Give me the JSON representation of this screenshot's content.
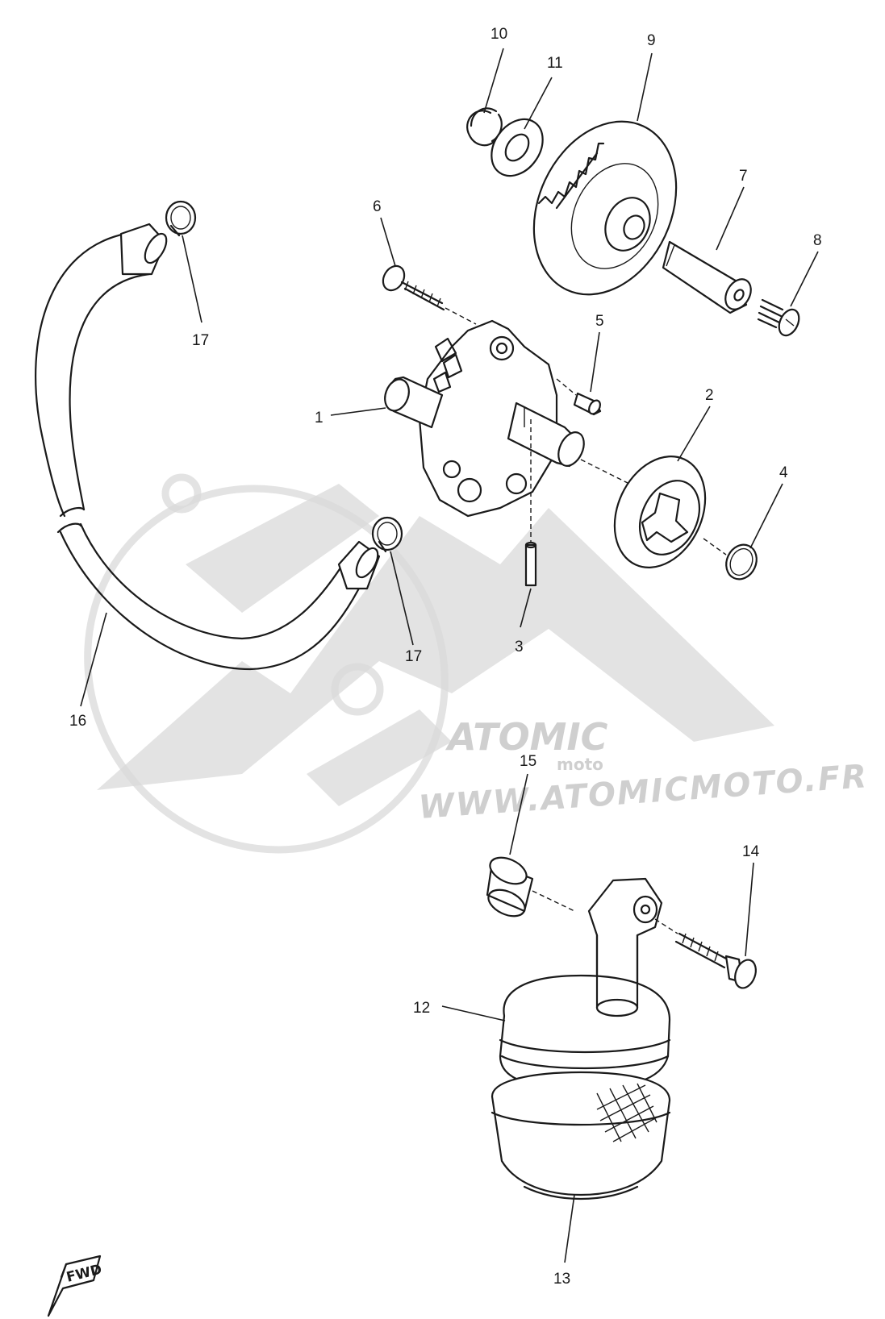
{
  "watermark": {
    "logo": "ATOMIC",
    "sub": "moto",
    "url": "WWW.ATOMICMOTO.FR",
    "color": "#d9d9d9"
  },
  "fwd_label": "FWD",
  "callouts": {
    "c1": "1",
    "c2": "2",
    "c3": "3",
    "c4": "4",
    "c5": "5",
    "c6": "6",
    "c7": "7",
    "c8": "8",
    "c9": "9",
    "c10": "10",
    "c11": "11",
    "c12": "12",
    "c13": "13",
    "c14": "14",
    "c15": "15",
    "c16": "16",
    "c17a": "17",
    "c17b": "17"
  },
  "icons": {
    "fwd": "fwd-arrow-icon"
  },
  "line_color": "#1a1a1a"
}
